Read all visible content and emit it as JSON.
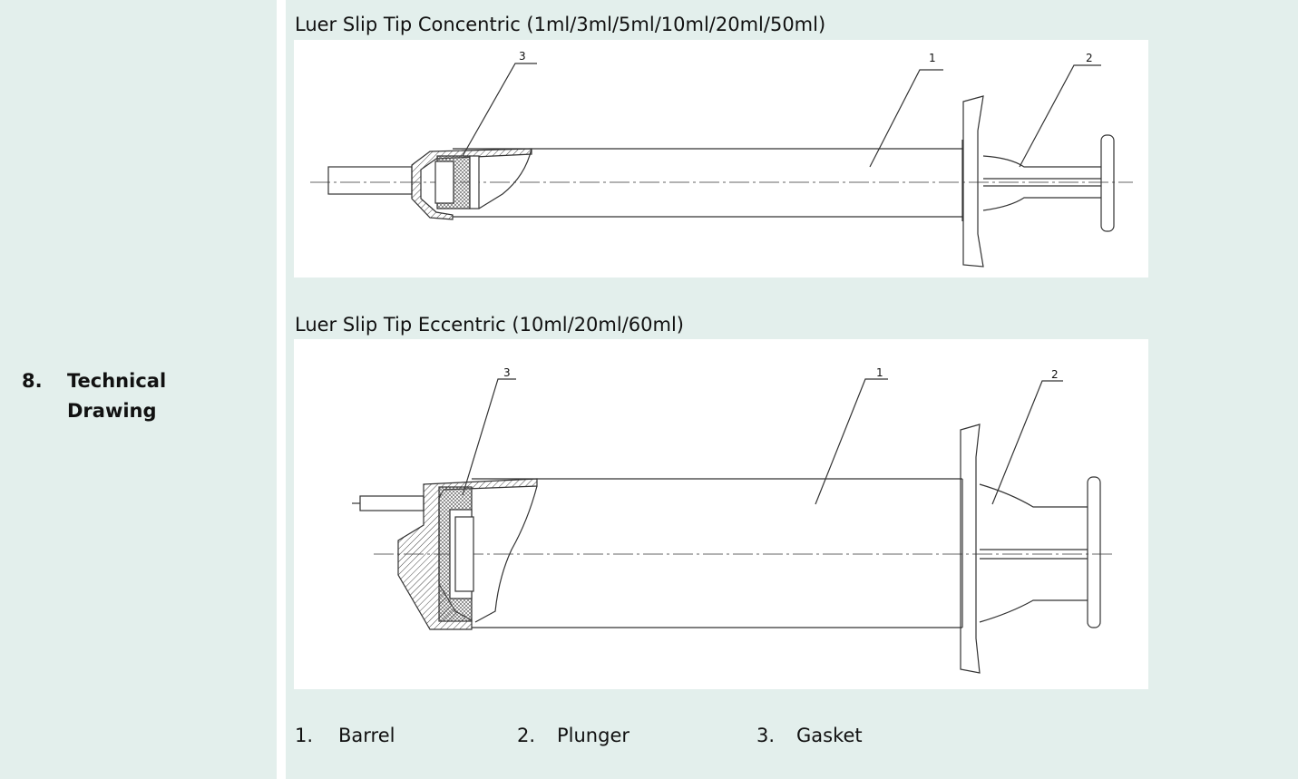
{
  "section": {
    "number": "8.",
    "title": "Technical Drawing"
  },
  "drawing1": {
    "caption": "Luer Slip Tip Concentric (1ml/3ml/5ml/10ml/20ml/50ml)",
    "callouts": [
      "3",
      "1",
      "2"
    ]
  },
  "drawing2": {
    "caption": "Luer Slip Tip Eccentric (10ml/20ml/60ml)",
    "callouts": [
      "3",
      "1",
      "2"
    ]
  },
  "parts": [
    {
      "num": "1.",
      "name": "Barrel"
    },
    {
      "num": "2.",
      "name": "Plunger"
    },
    {
      "num": "3.",
      "name": "Gasket"
    }
  ]
}
